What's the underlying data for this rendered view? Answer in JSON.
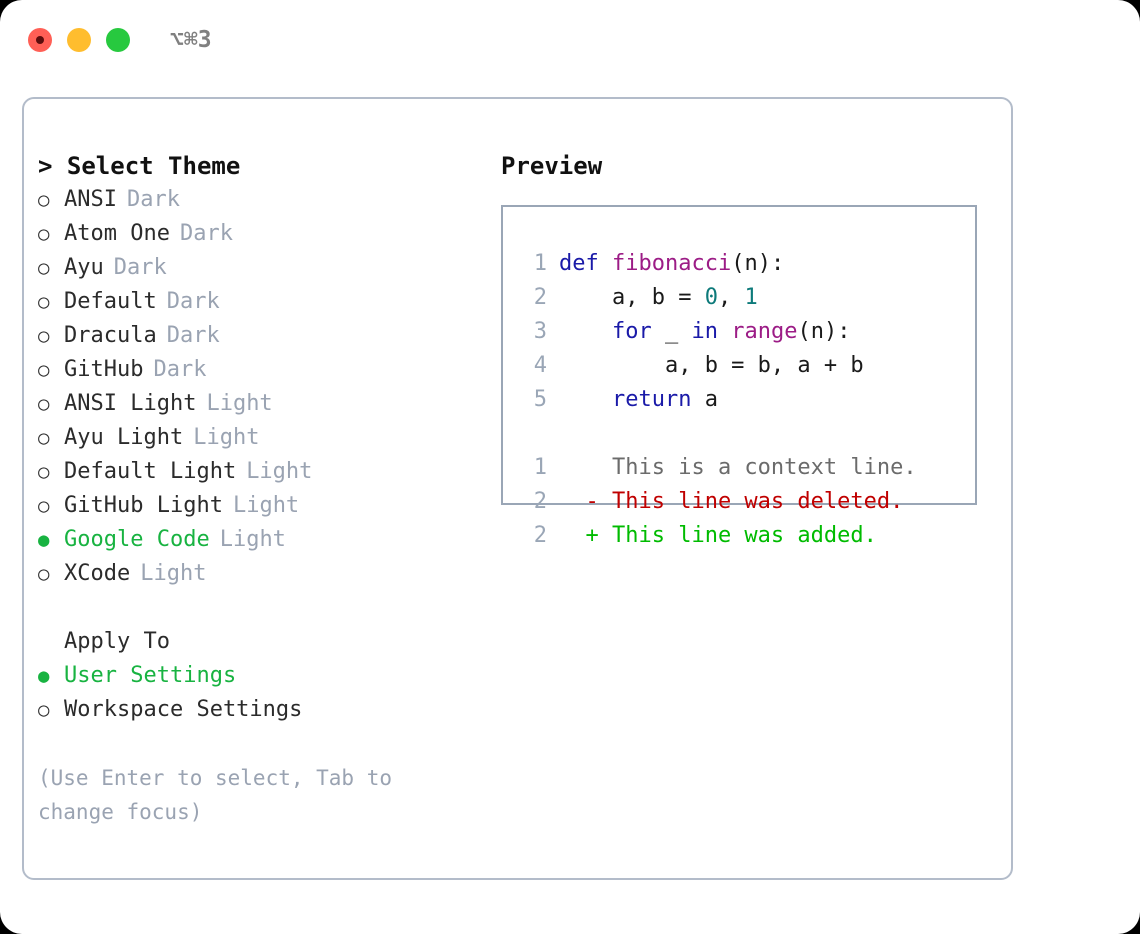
{
  "window": {
    "shortcut": "⌥⌘3",
    "traffic_lights": [
      {
        "name": "close",
        "color": "#ff5f56"
      },
      {
        "name": "minimize",
        "color": "#ffbd2e"
      },
      {
        "name": "maximize",
        "color": "#27c93f"
      }
    ]
  },
  "theme_panel": {
    "header": "> Select Theme",
    "marker_unselected": "○",
    "marker_selected": "●",
    "accent_color": "#18b341",
    "muted_color": "#9aa3b2",
    "options": [
      {
        "label": "ANSI",
        "kind": "Dark",
        "selected": false
      },
      {
        "label": "Atom One",
        "kind": "Dark",
        "selected": false
      },
      {
        "label": "Ayu",
        "kind": "Dark",
        "selected": false
      },
      {
        "label": "Default",
        "kind": "Dark",
        "selected": false
      },
      {
        "label": "Dracula",
        "kind": "Dark",
        "selected": false
      },
      {
        "label": "GitHub",
        "kind": "Dark",
        "selected": false
      },
      {
        "label": "ANSI Light",
        "kind": "Light",
        "selected": false
      },
      {
        "label": "Ayu Light",
        "kind": "Light",
        "selected": false
      },
      {
        "label": "Default Light",
        "kind": "Light",
        "selected": false
      },
      {
        "label": "GitHub Light",
        "kind": "Light",
        "selected": false
      },
      {
        "label": "Google Code",
        "kind": "Light",
        "selected": true
      },
      {
        "label": "XCode",
        "kind": "Light",
        "selected": false
      }
    ]
  },
  "apply_to": {
    "header": "Apply To",
    "options": [
      {
        "label": "User Settings",
        "selected": true
      },
      {
        "label": "Workspace Settings",
        "selected": false
      }
    ]
  },
  "hint": "(Use Enter to select, Tab to change focus)",
  "preview": {
    "header": "Preview",
    "code_lines": [
      {
        "num": "1",
        "tokens": [
          {
            "t": "def ",
            "c": "kw"
          },
          {
            "t": "fibonacci",
            "c": "fn"
          },
          {
            "t": "(n):",
            "c": "plain"
          }
        ]
      },
      {
        "num": "2",
        "tokens": [
          {
            "t": "    a, b = ",
            "c": "plain"
          },
          {
            "t": "0",
            "c": "num"
          },
          {
            "t": ", ",
            "c": "plain"
          },
          {
            "t": "1",
            "c": "num"
          }
        ]
      },
      {
        "num": "3",
        "tokens": [
          {
            "t": "    ",
            "c": "plain"
          },
          {
            "t": "for",
            "c": "kw"
          },
          {
            "t": " _ ",
            "c": "plain"
          },
          {
            "t": "in",
            "c": "kw"
          },
          {
            "t": " ",
            "c": "plain"
          },
          {
            "t": "range",
            "c": "fn"
          },
          {
            "t": "(n):",
            "c": "plain"
          }
        ]
      },
      {
        "num": "4",
        "tokens": [
          {
            "t": "        a, b = b, a + b",
            "c": "plain"
          }
        ]
      },
      {
        "num": "5",
        "tokens": [
          {
            "t": "    ",
            "c": "plain"
          },
          {
            "t": "return",
            "c": "kw"
          },
          {
            "t": " a",
            "c": "plain"
          }
        ]
      }
    ],
    "diff_lines": [
      {
        "num": "1",
        "sign": " ",
        "text": " This is a context line.",
        "kind": "ctx"
      },
      {
        "num": "2",
        "sign": "-",
        "text": " This line was deleted.",
        "kind": "del"
      },
      {
        "num": "2",
        "sign": "+",
        "text": " This line was added.",
        "kind": "add"
      }
    ],
    "syntax_colors": {
      "keyword": "#1a1aa8",
      "function": "#9c1c86",
      "number": "#0d7a7a",
      "plain": "#1a1a1a",
      "lineno": "#9aa6b6",
      "diff_context": "#6b6b6b",
      "diff_deleted": "#c00000",
      "diff_added": "#00bb00"
    }
  }
}
